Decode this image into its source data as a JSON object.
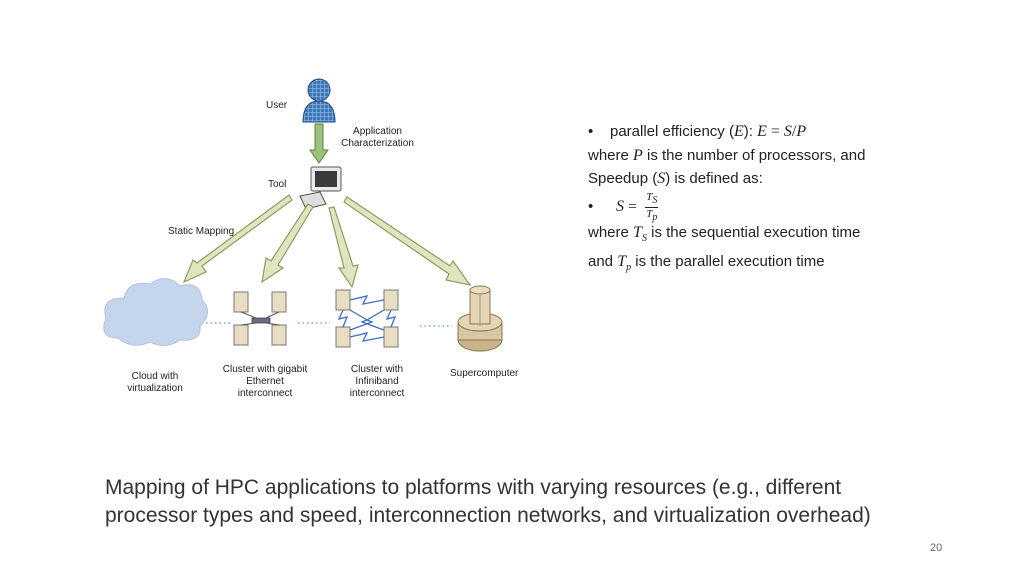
{
  "diagram": {
    "user_label": "User",
    "app_char_label": [
      "Application",
      "Characterization"
    ],
    "tool_label": "Tool",
    "static_mapping_label": "Static Mapping",
    "cloud_label": [
      "Cloud with",
      "virtualization"
    ],
    "cluster_gigabit_label": [
      "Cluster with gigabit",
      "Ethernet",
      "interconnect"
    ],
    "cluster_infiniband_label": [
      "Cluster with",
      "Infiniband",
      "interconnect"
    ],
    "supercomputer_label": "Supercomputer",
    "colors": {
      "arrow_fill": "#dfe6bf",
      "arrow_stroke": "#8f9a60",
      "cloud": "#c5d6ec",
      "user": "#3d78b8",
      "server": "#e8dcc3",
      "supercomputer": "#d9c7a3",
      "link": "#3b6fc4"
    }
  },
  "bullets": {
    "b1_text": "parallel efficiency (",
    "b1_E": "E",
    "b1_sep": "):",
    "b1_eq_E": "E",
    "b1_eq": " = ",
    "b1_S": "S",
    "b1_slash": "/",
    "b1_P": "P",
    "line2_a": "where ",
    "line2_P": "P",
    "line2_b": " is the number of processors, and",
    "line3_a": "Speedup (",
    "line3_S": "S",
    "line3_b": ") is defined as:",
    "b2_S": "S",
    "b2_eq": " =",
    "frac_num_T": "T",
    "frac_num_sub": "S",
    "frac_den_T": "T",
    "frac_den_sub": "p",
    "line5_a": "where ",
    "line5_T": "T",
    "line5_sub": "S",
    "line5_b": " is the sequential execution time",
    "line6_a": "and ",
    "line6_T": "T",
    "line6_sub": "p",
    "line6_b": " is the parallel execution time"
  },
  "caption": {
    "line1": "Mapping of HPC applications to platforms with varying resources (e.g., different",
    "line2": "processor types and speed, interconnection networks, and virtualization overhead)"
  },
  "page_number": "20"
}
